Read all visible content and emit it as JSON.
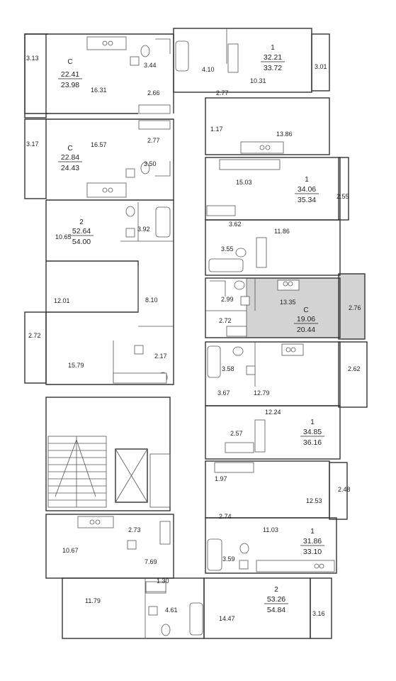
{
  "plan": {
    "apartments": [
      {
        "id": "a1",
        "type": "С",
        "living": "22.41",
        "total": "23.98"
      },
      {
        "id": "a2",
        "type": "С",
        "living": "22.84",
        "total": "24.43"
      },
      {
        "id": "a3",
        "type": "2",
        "living": "52.64",
        "total": "54.00"
      },
      {
        "id": "a4",
        "type": "1",
        "living": "32.21",
        "total": "33.72"
      },
      {
        "id": "a5",
        "type": "1",
        "living": "34.06",
        "total": "35.34"
      },
      {
        "id": "a6",
        "type": "С",
        "living": "19.06",
        "total": "20.44",
        "highlighted": true
      },
      {
        "id": "a7",
        "type": "1",
        "living": "34.85",
        "total": "36.16"
      },
      {
        "id": "a8",
        "type": "1",
        "living": "31.86",
        "total": "33.10"
      },
      {
        "id": "a9",
        "type": "2",
        "living": "53.26",
        "total": "54.84"
      }
    ],
    "rooms": [
      "3.13",
      "16.31",
      "3.44",
      "2.66",
      "3.17",
      "16.57",
      "2.77",
      "3.50",
      "10.65",
      "3.92",
      "12.01",
      "8.10",
      "2.72",
      "15.79",
      "2.17",
      "10.67",
      "2.73",
      "7.69",
      "11.79",
      "1.30",
      "4.61",
      "4.10",
      "2.77",
      "10.31",
      "3.01",
      "1.17",
      "13.86",
      "15.03",
      "2.55",
      "3.62",
      "11.86",
      "3.55",
      "2.99",
      "13.35",
      "2.76",
      "2.72",
      "3.58",
      "2.62",
      "3.67",
      "12.79",
      "12.24",
      "2.57",
      "1.97",
      "2.48",
      "12.53",
      "2.74",
      "11.03",
      "3.59",
      "14.47",
      "3.16"
    ],
    "highlight_color": "#d3d3d3"
  }
}
